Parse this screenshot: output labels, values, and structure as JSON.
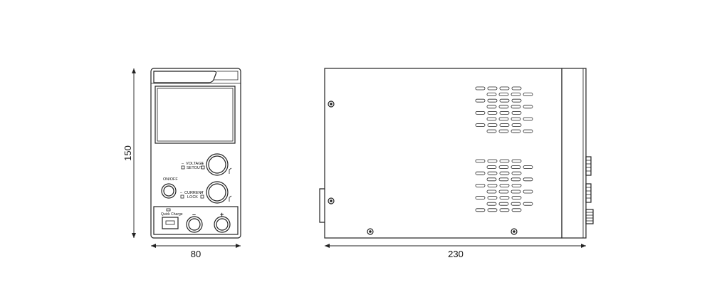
{
  "dimensions": {
    "height": "150",
    "front_width": "80",
    "side_depth": "230"
  },
  "front_panel": {
    "on_off": "ON/OFF",
    "voltage_minus": "–",
    "voltage": "VOLTAGE",
    "voltage_plus": "+",
    "setout": "SETOUT",
    "current_minus": "–",
    "current": "CURRENT",
    "current_plus": "+",
    "lock": "LOCK",
    "quick_charge": "Quick Charge",
    "minus": "–",
    "plus": "+"
  }
}
